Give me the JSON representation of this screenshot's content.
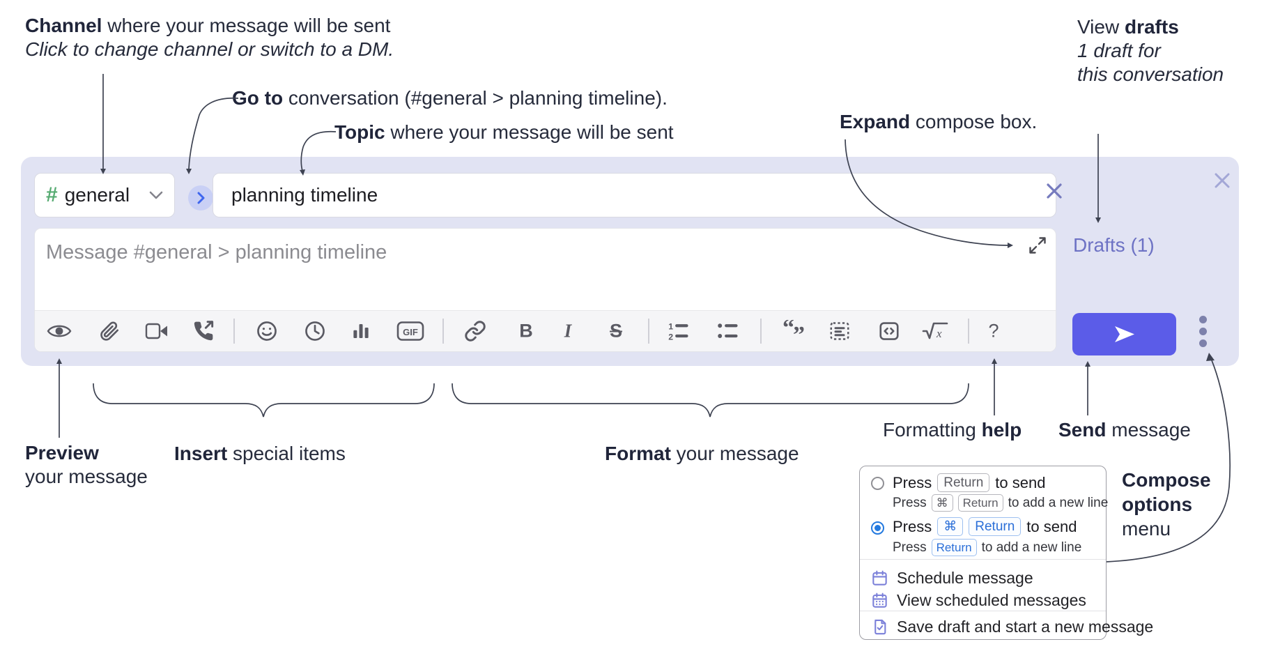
{
  "annotations": {
    "channel": {
      "bold": "Channel",
      "rest": " where your message will be sent",
      "sub": "Click to change channel or switch to a DM."
    },
    "goto": {
      "bold": "Go to",
      "rest": " conversation (#general > planning timeline)."
    },
    "topic": {
      "bold": "Topic",
      "rest": " where your message will be sent"
    },
    "expand": {
      "bold": "Expand",
      "rest": " compose box."
    },
    "view_drafts": {
      "pre": "View ",
      "bold": "drafts",
      "sub1": "1 draft for",
      "sub2": "this conversation"
    },
    "preview": {
      "bold": "Preview",
      "rest": "your message"
    },
    "insert": {
      "bold": "Insert",
      "rest": " special items"
    },
    "format": {
      "bold": "Format",
      "rest": " your message"
    },
    "formatting_help": {
      "pre": "Formatting ",
      "bold": "help"
    },
    "send": {
      "bold": "Send",
      "rest": " message"
    },
    "compose_options": {
      "line1": "Compose",
      "line2": "options",
      "line3": "menu"
    }
  },
  "composer": {
    "channel": {
      "hash": "#",
      "name": "general"
    },
    "topic_value": "planning timeline",
    "message_placeholder": "Message #general > planning timeline",
    "drafts_label": "Drafts (1)",
    "gif_label": "GIF",
    "bold_label": "B",
    "italic_label": "I",
    "strike_label": "S",
    "math_label": "x",
    "help_label": "?"
  },
  "popup": {
    "option1": {
      "press": "Press",
      "key": "Return",
      "suffix": "to send",
      "sub_press": "Press",
      "sub_keys": [
        "⌘",
        "Return"
      ],
      "sub_suffix": "to add a new line"
    },
    "option2": {
      "press": "Press",
      "keys": [
        "⌘",
        "Return"
      ],
      "suffix": "to send",
      "sub_press": "Press",
      "sub_key": "Return",
      "sub_suffix": "to add a new line"
    },
    "items": [
      {
        "label": "Schedule message"
      },
      {
        "label": "View scheduled messages"
      },
      {
        "label": "Save draft and start a new message"
      }
    ]
  },
  "colors": {
    "accent_send": "#5b5ce8",
    "composer_bg": "#e1e3f3",
    "drafts_link": "#6d72c4",
    "radio_selected": "#2379df",
    "key_blue": "#2b6fd8",
    "menu_icon_purple": "#7b80d9",
    "hash_green": "#57ab72"
  }
}
